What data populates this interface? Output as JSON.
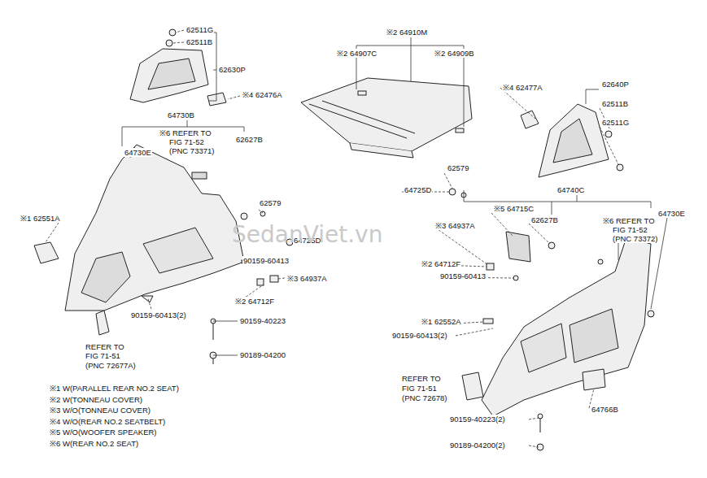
{
  "diagram": {
    "labels": [
      "62511G",
      "62511B",
      "62630P",
      "※4 62476A",
      "※2 64910M",
      "※2 64907C",
      "※2 64909B",
      "※4 62477A",
      "62640P",
      "62511B",
      "62511G",
      "64730B",
      "※6 REFER TO",
      "FIG 71-52",
      "(PNC 73371)",
      "62627B",
      "64730E",
      "62579",
      "64725D",
      "90159-60413",
      "※3 64937A",
      "※2 64712F",
      "※1 62551A",
      "90159-60413(2)",
      "90159-40223",
      "90189-04200",
      "REFER TO",
      "FIG 71-51",
      "(PNC 72677A)",
      "62579",
      "64725D",
      "64740C",
      "※5 64715C",
      "※6 REFER TO",
      "FIG 71-52",
      "(PNC 73372)",
      "64730E",
      "62627B",
      "※3 64937A",
      "※2 64712F",
      "90159-60413",
      "※1 62552A",
      "90159-60413(2)",
      "REFER TO",
      "FIG 71-51",
      "(PNC 72678)",
      "64766B",
      "90159-40223(2)",
      "90189-04200(2)",
      "※1 W(PARALLEL REAR NO.2 SEAT)",
      "※2 W(TONNEAU COVER)",
      "※3 W/O(TONNEAU COVER)",
      "※4 W/O(REAR NO.2 SEATBELT)",
      "※5 W/O(WOOFER SPEAKER)",
      "※6 W(REAR NO.2 SEAT)",
      "SedanViet.vn"
    ]
  }
}
